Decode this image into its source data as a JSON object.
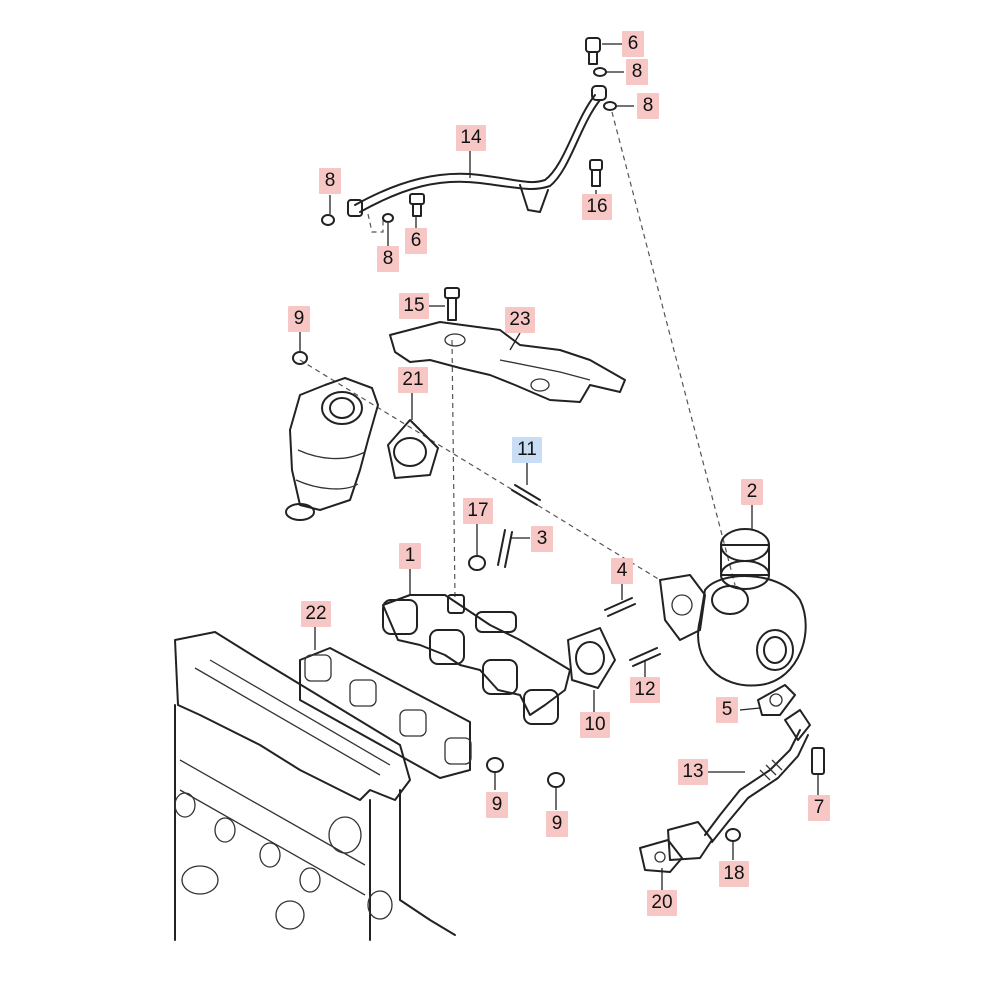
{
  "colors": {
    "callout_default": "#f6c7c4",
    "callout_highlight": "#c9def5",
    "line": "#222222"
  },
  "callouts": [
    {
      "id": "c6a",
      "text": "6"
    },
    {
      "id": "c8a",
      "text": "8"
    },
    {
      "id": "c8b",
      "text": "8"
    },
    {
      "id": "c14",
      "text": "14"
    },
    {
      "id": "c8c",
      "text": "8"
    },
    {
      "id": "c16",
      "text": "16"
    },
    {
      "id": "c6b",
      "text": "6"
    },
    {
      "id": "c8d",
      "text": "8"
    },
    {
      "id": "c15",
      "text": "15"
    },
    {
      "id": "c23",
      "text": "23"
    },
    {
      "id": "c9a",
      "text": "9"
    },
    {
      "id": "c21",
      "text": "21"
    },
    {
      "id": "c11",
      "text": "11",
      "highlight": true
    },
    {
      "id": "c2",
      "text": "2"
    },
    {
      "id": "c17",
      "text": "17"
    },
    {
      "id": "c3",
      "text": "3"
    },
    {
      "id": "c1",
      "text": "1"
    },
    {
      "id": "c4",
      "text": "4"
    },
    {
      "id": "c22",
      "text": "22"
    },
    {
      "id": "c12",
      "text": "12"
    },
    {
      "id": "c10",
      "text": "10"
    },
    {
      "id": "c5",
      "text": "5"
    },
    {
      "id": "c13",
      "text": "13"
    },
    {
      "id": "c7",
      "text": "7"
    },
    {
      "id": "c9b",
      "text": "9"
    },
    {
      "id": "c9c",
      "text": "9"
    },
    {
      "id": "c18",
      "text": "18"
    },
    {
      "id": "c20",
      "text": "20"
    }
  ]
}
